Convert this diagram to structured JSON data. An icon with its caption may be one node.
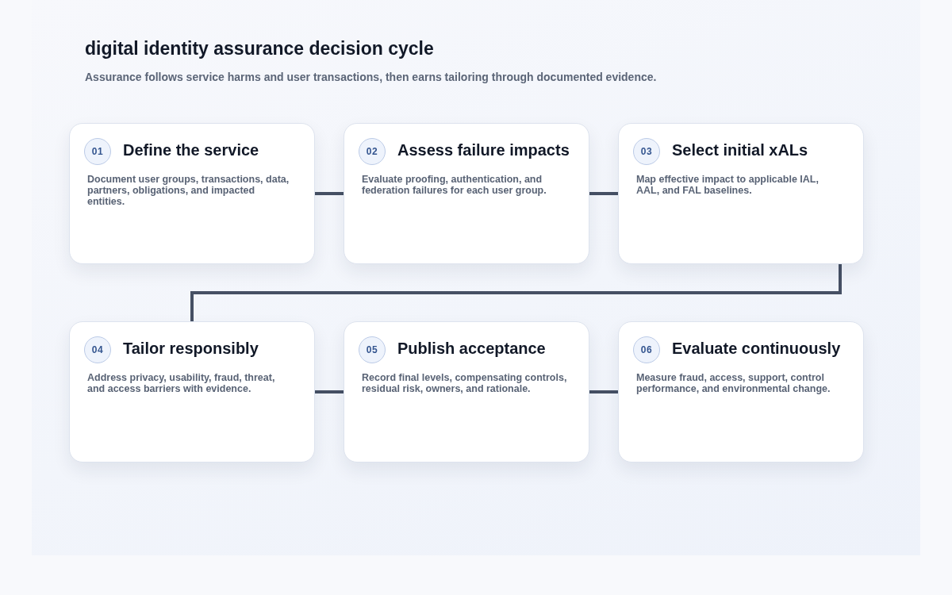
{
  "diagram": {
    "title": "digital identity assurance decision cycle",
    "nodes": [
      {
        "text": [
          "01",
          "Define the service",
          "Document user groups, transactions, data, partners, obligations, and impacted entities."
        ]
      },
      {
        "text": [
          "02",
          "Assess failure impacts",
          "Evaluate proofing, authentication, and federation failures for each user group."
        ]
      },
      {
        "text": [
          "03",
          "Select initial xALs",
          "Map effective impact to applicable IAL, AAL, and FAL baselines."
        ]
      },
      {
        "text": [
          "04",
          "Tailor responsibly",
          "Address privacy, usability, fraud, threat, and access barriers with evidence."
        ]
      },
      {
        "text": [
          "05",
          "Publish acceptance",
          "Record final levels, compensating controls, residual risk, owners, and rationale."
        ]
      },
      {
        "text": [
          "06",
          "Evaluate continuously",
          "Measure fraud, access, support, control performance, and environmental change."
        ]
      }
    ],
    "edges": [
      {
        "from": 0,
        "to": 1,
        "arrow": "none"
      },
      {
        "from": 1,
        "to": 2,
        "arrow": "none"
      },
      {
        "from": 2,
        "to": 3,
        "arrow": "none"
      },
      {
        "from": 3,
        "to": 4,
        "arrow": "none"
      },
      {
        "from": 4,
        "to": 5,
        "arrow": "none"
      }
    ],
    "labels": [
      "Assurance follows service harms and user transactions, then earns tailoring through documented evidence."
    ]
  }
}
